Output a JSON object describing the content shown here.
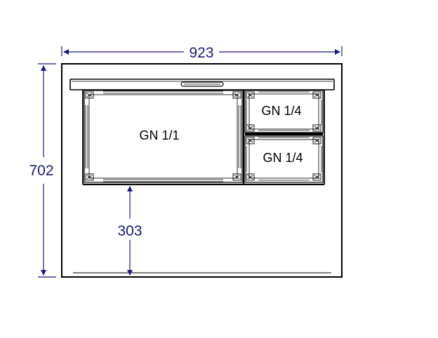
{
  "dimensions": {
    "width": "923",
    "depth": "702",
    "offset": "303"
  },
  "compartments": {
    "large": "GN 1/1",
    "small_top": "GN 1/4",
    "small_bottom": "GN 1/4"
  },
  "colors": {
    "dimension": "#1a1a7a",
    "outline": "#000000"
  }
}
